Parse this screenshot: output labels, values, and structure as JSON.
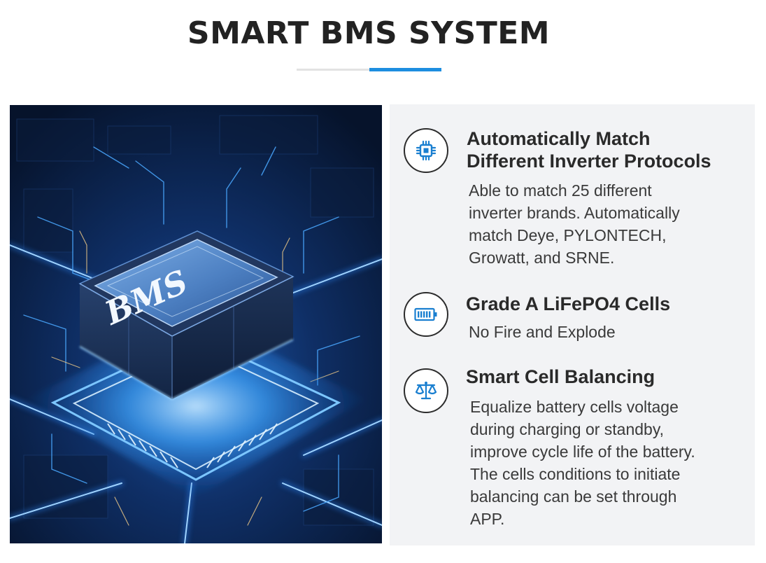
{
  "header": {
    "title": "SMART BMS SYSTEM"
  },
  "hero": {
    "chip_label": "BMS"
  },
  "features": [
    {
      "icon": "chip-icon",
      "title_line1": "Automatically Match",
      "title_line2": "Different Inverter Protocols",
      "desc_lines": [
        "Able to match 25 different",
        "inverter brands. Automatically",
        "match Deye, PYLONTECH,",
        "Growatt, and SRNE."
      ]
    },
    {
      "icon": "battery-icon",
      "title_line1": "Grade A LiFePO4 Cells",
      "desc_lines": [
        "No Fire and Explode"
      ]
    },
    {
      "icon": "balance-scale-icon",
      "title_line1": "Smart Cell Balancing",
      "desc_lines": [
        "Equalize battery cells voltage",
        "during charging or standby,",
        "improve cycle life of the battery.",
        "The cells conditions to initiate",
        "balancing can be set through",
        "APP."
      ]
    }
  ],
  "colors": {
    "accent": "#1d8ee0",
    "icon_blue": "#1a7fd0",
    "panel_bg": "#f2f3f5"
  }
}
